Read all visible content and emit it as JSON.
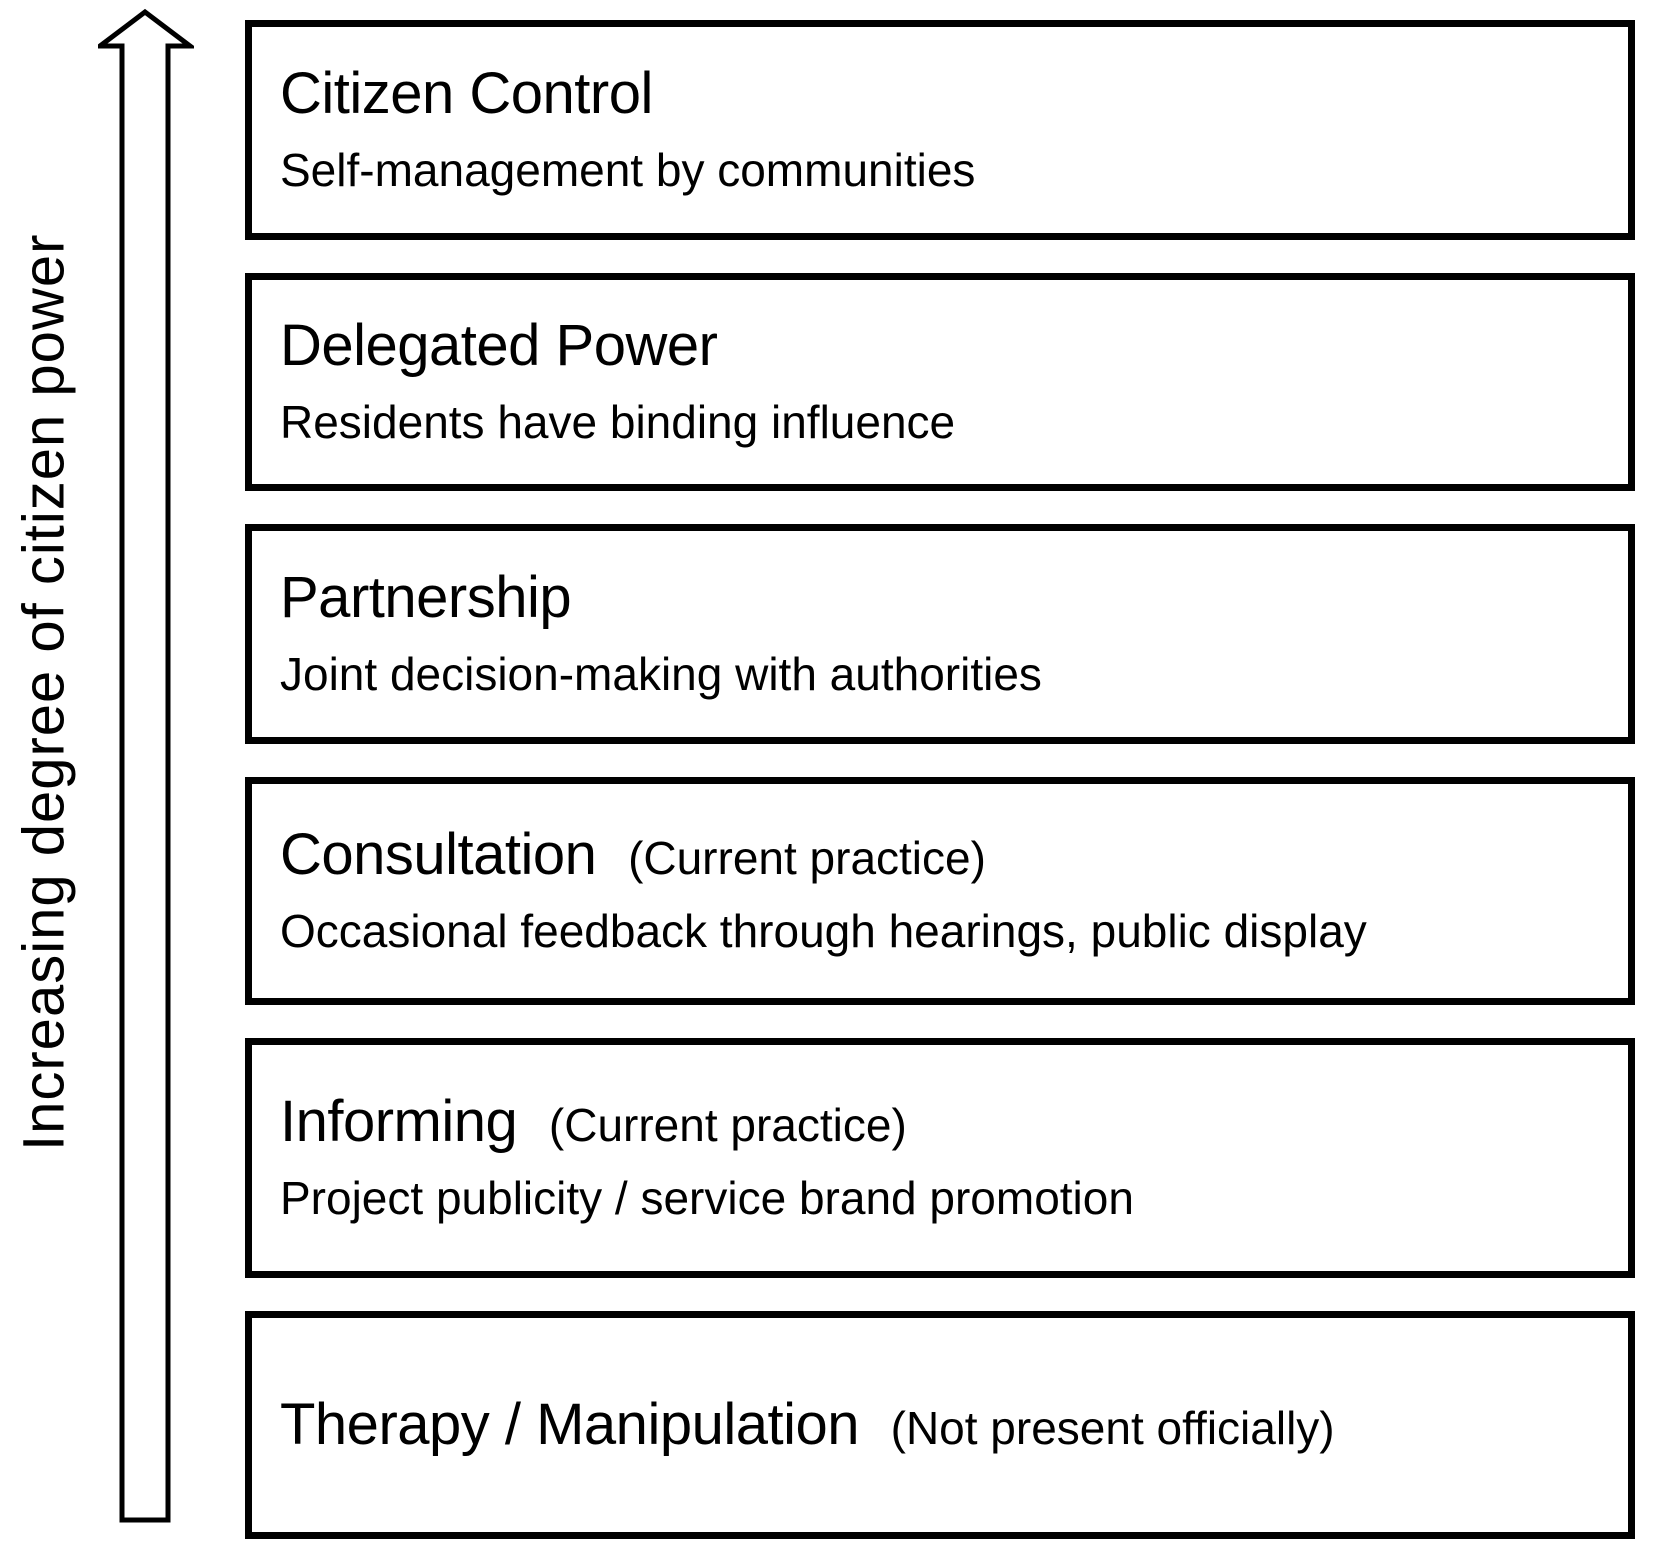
{
  "page": {
    "background": "#ffffff",
    "ink": "#000000"
  },
  "axis": {
    "label": "Increasing degree of citizen power",
    "icon": "up-arrow-icon"
  },
  "levels": [
    {
      "title": "Citizen Control",
      "annotation": "",
      "description": "Self-management by communities"
    },
    {
      "title": "Delegated Power",
      "annotation": "",
      "description": "Residents have binding influence"
    },
    {
      "title": "Partnership",
      "annotation": "",
      "description": "Joint decision-making with authorities"
    },
    {
      "title": "Consultation",
      "annotation": "(Current practice)",
      "description": "Occasional feedback through hearings, public display"
    },
    {
      "title": "Informing",
      "annotation": "(Current practice)",
      "description": "Project publicity / service brand promotion"
    },
    {
      "title": "Therapy / Manipulation",
      "annotation": "(Not present officially)",
      "description": ""
    }
  ]
}
